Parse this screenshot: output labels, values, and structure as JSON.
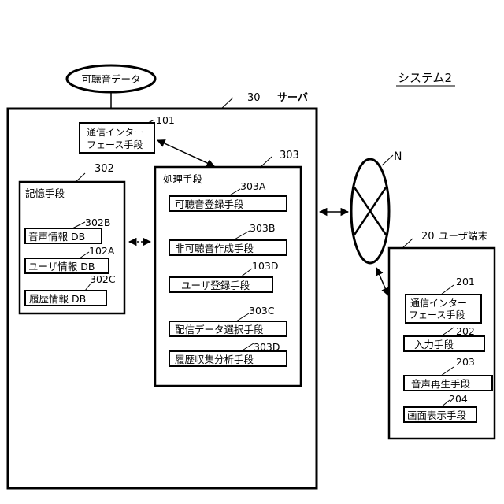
{
  "system_label": "システム2",
  "audible_data": "可聴音データ",
  "server": {
    "ref": "30",
    "name": "サーバ"
  },
  "comm_if_server": {
    "ref": "101",
    "line1": "通信インター",
    "line2": "フェース手段"
  },
  "storage": {
    "ref": "302",
    "title": "記憶手段",
    "items": [
      {
        "ref": "302B",
        "label": "音声情報 DB"
      },
      {
        "ref": "102A",
        "label": "ユーザ情報 DB"
      },
      {
        "ref": "302C",
        "label": "履歴情報 DB"
      }
    ]
  },
  "processing": {
    "ref": "303",
    "title": "処理手段",
    "items": [
      {
        "ref": "303A",
        "label": "可聴音登録手段"
      },
      {
        "ref": "303B",
        "label": "非可聴音作成手段"
      },
      {
        "ref": "103D",
        "label": "ユーザ登録手段"
      },
      {
        "ref": "303C",
        "label": "配信データ選択手段"
      },
      {
        "ref": "303D",
        "label": "履歴収集分析手段"
      }
    ]
  },
  "network": {
    "ref": "N"
  },
  "terminal": {
    "ref": "20",
    "name": "ユーザ端末",
    "items": [
      {
        "ref": "201",
        "line1": "通信インター",
        "line2": "フェース手段"
      },
      {
        "ref": "202",
        "label": "入力手段"
      },
      {
        "ref": "203",
        "label": "音声再生手段"
      },
      {
        "ref": "204",
        "label": "画面表示手段"
      }
    ]
  }
}
